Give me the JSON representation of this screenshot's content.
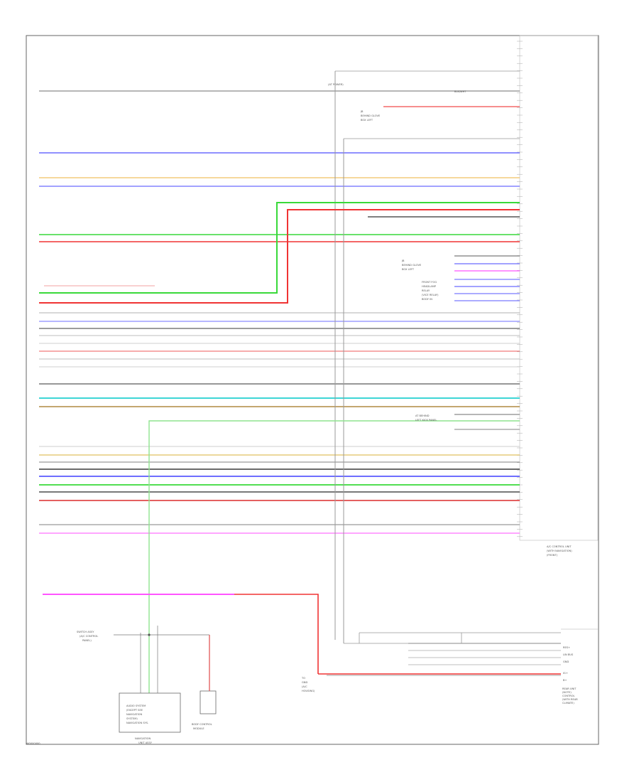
{
  "diagram": {
    "footer_code": "W0000000",
    "main_module_label": [
      "A/C CONTROL UNIT",
      "(WITH NAVIGATION)",
      "(FRONT)"
    ],
    "rear_unit_label": [
      "REAR UNIT",
      "(NOTE)",
      "CONTROL",
      "(WITH REAR",
      "CLIMATE)"
    ],
    "switch_label": [
      "SWITCH ASSY",
      "(A/C CONTROL",
      "PANEL)"
    ],
    "body_control_label": [
      "BODY CONTROL",
      "MODULE"
    ],
    "navigation_label": [
      "NAVIGATION",
      "UNIT ASSY"
    ],
    "nav_box_text": [
      "AUDIO SYSTEM",
      "(EXCEPT SEE",
      "NAVIGATION",
      "SYSTEM)",
      "NAVIGATION SYS."
    ],
    "junction_1": [
      "JB",
      "BEHIND GLOVE",
      "BOX LEFT"
    ],
    "junction_2": [
      "JB",
      "BEHIND GLOVE",
      "BOX LEFT"
    ],
    "junction_3": [
      "AT BEHIND",
      "LEFT KICK PANEL"
    ],
    "junction_side_label": [
      "FRONT FOG",
      "HEADLAMP",
      "RELAY",
      "(VICE RELAY)",
      "BODY IN"
    ],
    "ground_label": [
      "TO",
      "GND",
      "(A/C",
      "HOUSING)"
    ],
    "notes": [
      "(AT POWER)",
      "BLK/WHT"
    ]
  }
}
